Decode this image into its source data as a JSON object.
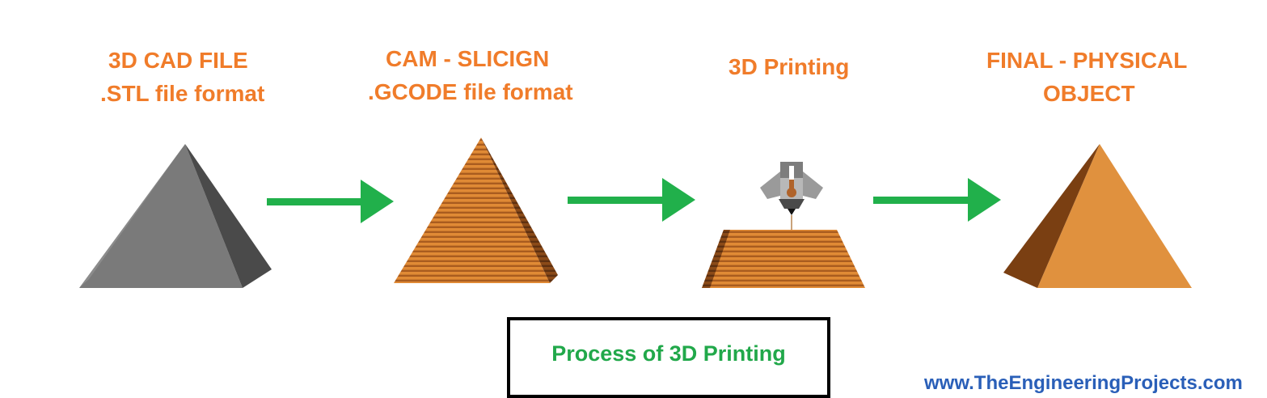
{
  "stages": [
    {
      "title": "3D CAD FILE",
      "subtitle": ".STL file format"
    },
    {
      "title": "CAM - SLICIGN",
      "subtitle": ".GCODE file format"
    },
    {
      "title": "3D Printing",
      "subtitle": ""
    },
    {
      "title": "FINAL - PHYSICAL",
      "subtitle": "OBJECT"
    }
  ],
  "caption": "Process of 3D Printing",
  "watermark": "www.TheEngineeringProjects.com",
  "colors": {
    "label": "#f07c2a",
    "arrow": "#21b04b",
    "caption": "#21a84a",
    "pyramid_grey": "#7a7a7a",
    "pyramid_orange": "#e0913e"
  }
}
